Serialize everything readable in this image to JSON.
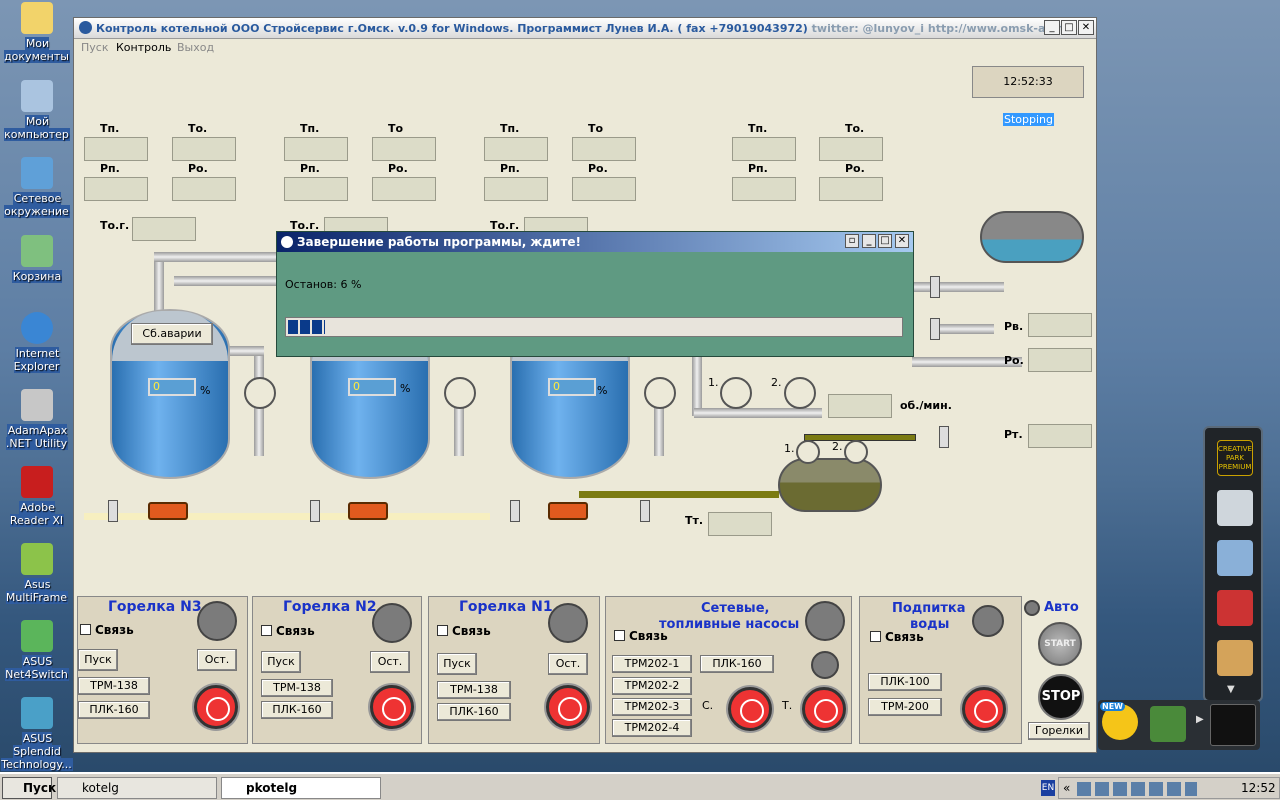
{
  "desktop_icons": [
    {
      "name": "my-documents",
      "label": "Мои документы"
    },
    {
      "name": "my-computer",
      "label": "Мой компьютер"
    },
    {
      "name": "network",
      "label": "Сетевое окружение"
    },
    {
      "name": "recycle-bin",
      "label": "Корзина"
    },
    {
      "name": "internet-explorer",
      "label": "Internet Explorer"
    },
    {
      "name": "adamapax",
      "label": "AdamApax .NET Utility"
    },
    {
      "name": "adobe-reader",
      "label": "Adobe Reader XI"
    },
    {
      "name": "asus-multiframe",
      "label": "Asus MultiFrame"
    },
    {
      "name": "asus-net4switch",
      "label": "ASUS Net4Switch"
    },
    {
      "name": "asus-splendid",
      "label": "ASUS Splendid Technology..."
    }
  ],
  "window": {
    "title_bold": "Контроль котельной ООО Стройсервис г.Омск. v.0.9 for Windows. Программист Лунев И.А. ( fax +79019043972)",
    "title_rest": " twitter: @lunyov_i  http://www.omsk-asutp.ru",
    "menu": [
      "Пуск",
      "Контроль",
      "Выход"
    ],
    "clock": "12:52:33",
    "status": "Stopping"
  },
  "labels": {
    "tp": "Тп.",
    "to": "То.",
    "to_plain": "То",
    "rp": "Рп.",
    "ro": "Ро.",
    "tog": "То.г.",
    "rv": "Рв.",
    "ro2": "Ро.",
    "rt": "Рт.",
    "tt": "Тт.",
    "rpm": "об./мин.",
    "pump1": "1.",
    "pump2": "2.",
    "fpump1": "1.",
    "fpump2": "2.",
    "reset_alarm": "Сб.аварии",
    "pct_unit": "%",
    "tank_val": "0"
  },
  "groups": [
    {
      "title": "Горелка N3",
      "svyaz": "Связь",
      "start": "Пуск",
      "stop": "Ост.",
      "b1": "ТРМ-138",
      "b2": "ПЛК-160"
    },
    {
      "title": "Горелка N2",
      "svyaz": "Связь",
      "start": "Пуск",
      "stop": "Ост.",
      "b1": "ТРМ-138",
      "b2": "ПЛК-160"
    },
    {
      "title": "Горелка N1",
      "svyaz": "Связь",
      "start": "Пуск",
      "stop": "Ост.",
      "b1": "ТРМ-138",
      "b2": "ПЛК-160"
    }
  ],
  "pumps_group": {
    "title1": "Сетевые,",
    "title2": "топливные насосы",
    "svyaz": "Связь",
    "b1": "ТРМ202-1",
    "b2": "ТРМ202-2",
    "b3": "ТРМ202-3",
    "b4": "ТРМ202-4",
    "plk": "ПЛК-160",
    "c": "С.",
    "t": "Т."
  },
  "water_group": {
    "title1": "Подпитка",
    "title2": "воды",
    "svyaz": "Связь",
    "b1": "ПЛК-100",
    "b2": "ТРМ-200"
  },
  "auto_group": {
    "auto": "Авто",
    "start": "START",
    "stop": "STOP",
    "burners": "Горелки"
  },
  "dialog": {
    "title": "Завершение работы программы, ждите!",
    "message": "Останов: 6 %",
    "progress": 0.06
  },
  "taskbar": {
    "start": "Пуск",
    "items": [
      "kotelg",
      "pkotelg"
    ],
    "lang": "EN",
    "time": "12:52"
  },
  "dock": {
    "new_badge": "NEW",
    "creative": "CREATIVE PARK PREMIUM"
  }
}
